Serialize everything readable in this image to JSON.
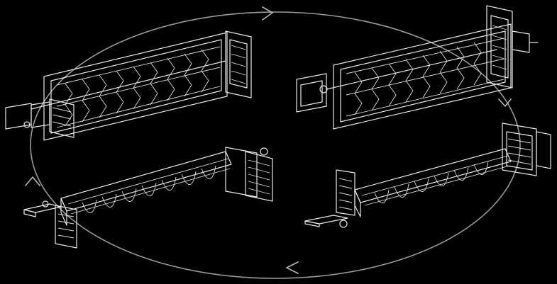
{
  "diagram": {
    "background": "#000000",
    "line_color": "#e8e8e8",
    "cycle_color": "#9a9a9a",
    "figures": [
      {
        "name": "rack-top-left"
      },
      {
        "name": "rack-top-right"
      },
      {
        "name": "tray-bottom-right"
      },
      {
        "name": "tray-bottom-left"
      }
    ],
    "cycle_direction": "clockwise"
  }
}
